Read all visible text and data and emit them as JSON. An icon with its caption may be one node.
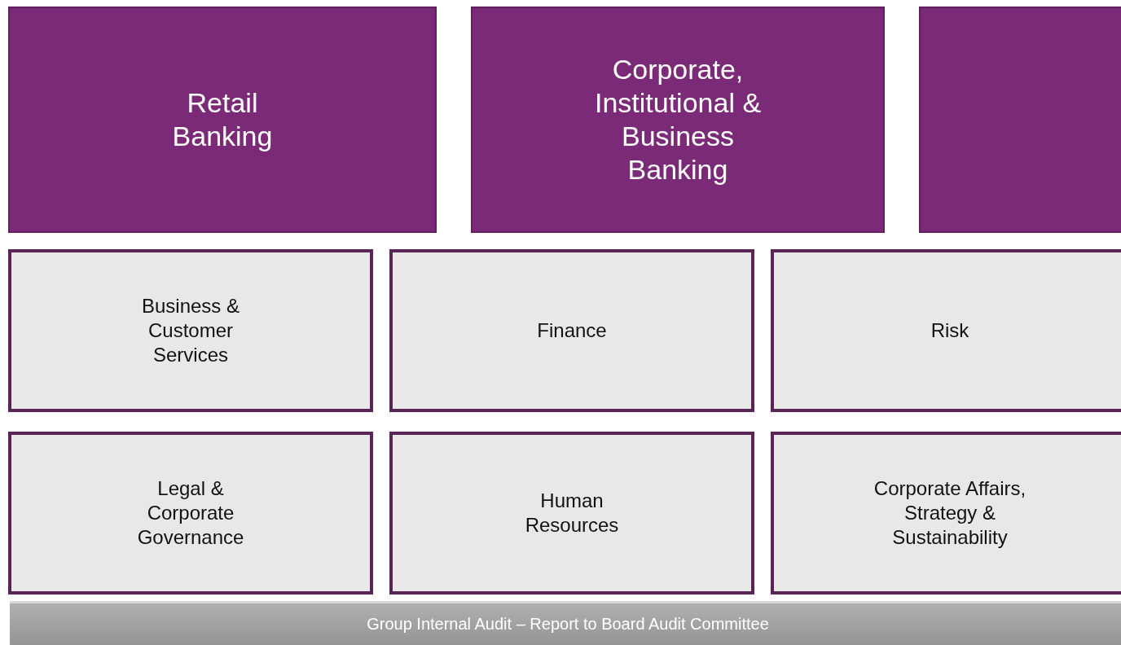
{
  "diagram": {
    "nodes": [
      {
        "text": [
          "Retail Banking"
        ]
      },
      {
        "text": [
          "Corporate, Institutional & Business Banking"
        ]
      },
      {
        "text": [],
        "shape": "box"
      },
      {
        "text": [
          "Business & Customer Services"
        ]
      },
      {
        "text": [
          "Finance"
        ]
      },
      {
        "text": [
          "Risk"
        ]
      },
      {
        "text": [
          "Legal & Corporate Governance"
        ]
      },
      {
        "text": [
          "Human Resources"
        ]
      },
      {
        "text": [
          "Corporate Affairs, Strategy & Sustainability"
        ]
      },
      {
        "text": [
          "Group Internal Audit – Report to Board Audit Committee"
        ]
      }
    ]
  }
}
